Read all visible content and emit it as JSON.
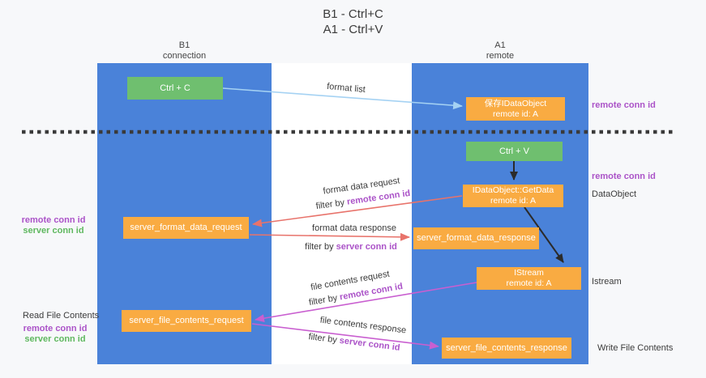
{
  "title": {
    "line1": "B1 - Ctrl+C",
    "line2": "A1 - Ctrl+V"
  },
  "columns": {
    "b1": {
      "name": "B1",
      "subtitle": "connection"
    },
    "a1": {
      "name": "A1",
      "subtitle": "remote"
    }
  },
  "boxes": {
    "ctrl_c": "Ctrl + C",
    "ctrl_v": "Ctrl + V",
    "save_dataobject": {
      "line1": "保存IDataObject",
      "line2": "remote id: A"
    },
    "getdata": {
      "line1": "IDataObject::GetData",
      "line2": "remote id: A"
    },
    "istream": {
      "line1": "IStream",
      "line2": "remote id: A"
    },
    "format_request": "server_format_data_request",
    "format_response": "server_format_data_response",
    "file_request": "server_file_contents_request",
    "file_response": "server_file_contents_response"
  },
  "flow_labels": {
    "format_list": "format list",
    "format_data_request": "format data request",
    "format_data_response": "format data response",
    "file_contents_request": "file contents request",
    "file_contents_response": "file contents response",
    "filter_by": "filter by ",
    "remote_conn_id": "remote conn id",
    "server_conn_id": "server conn id"
  },
  "side_labels": {
    "remote_conn_id_top": "remote conn id",
    "remote_conn_id_mid": "remote conn id",
    "dataobject": "DataObject",
    "istream": "Istream",
    "write_file_contents": "Write File Contents",
    "read_file_contents": "Read File Contents",
    "left_mid_remote": "remote conn id",
    "left_mid_server": "server conn id",
    "left_bottom_remote": "remote conn id",
    "left_bottom_server": "server conn id"
  },
  "colors": {
    "lane_blue": "#4a82d9",
    "node_green": "#6fbf6f",
    "node_orange": "#f9ab42",
    "arrow_blue": "#a5d2f3",
    "arrow_red": "#e8736b",
    "arrow_magenta": "#c95fd0",
    "arrow_black": "#2b2b2b",
    "text_purple": "#ab53c8",
    "text_green": "#5fb85f",
    "background": "#f7f8fa"
  }
}
